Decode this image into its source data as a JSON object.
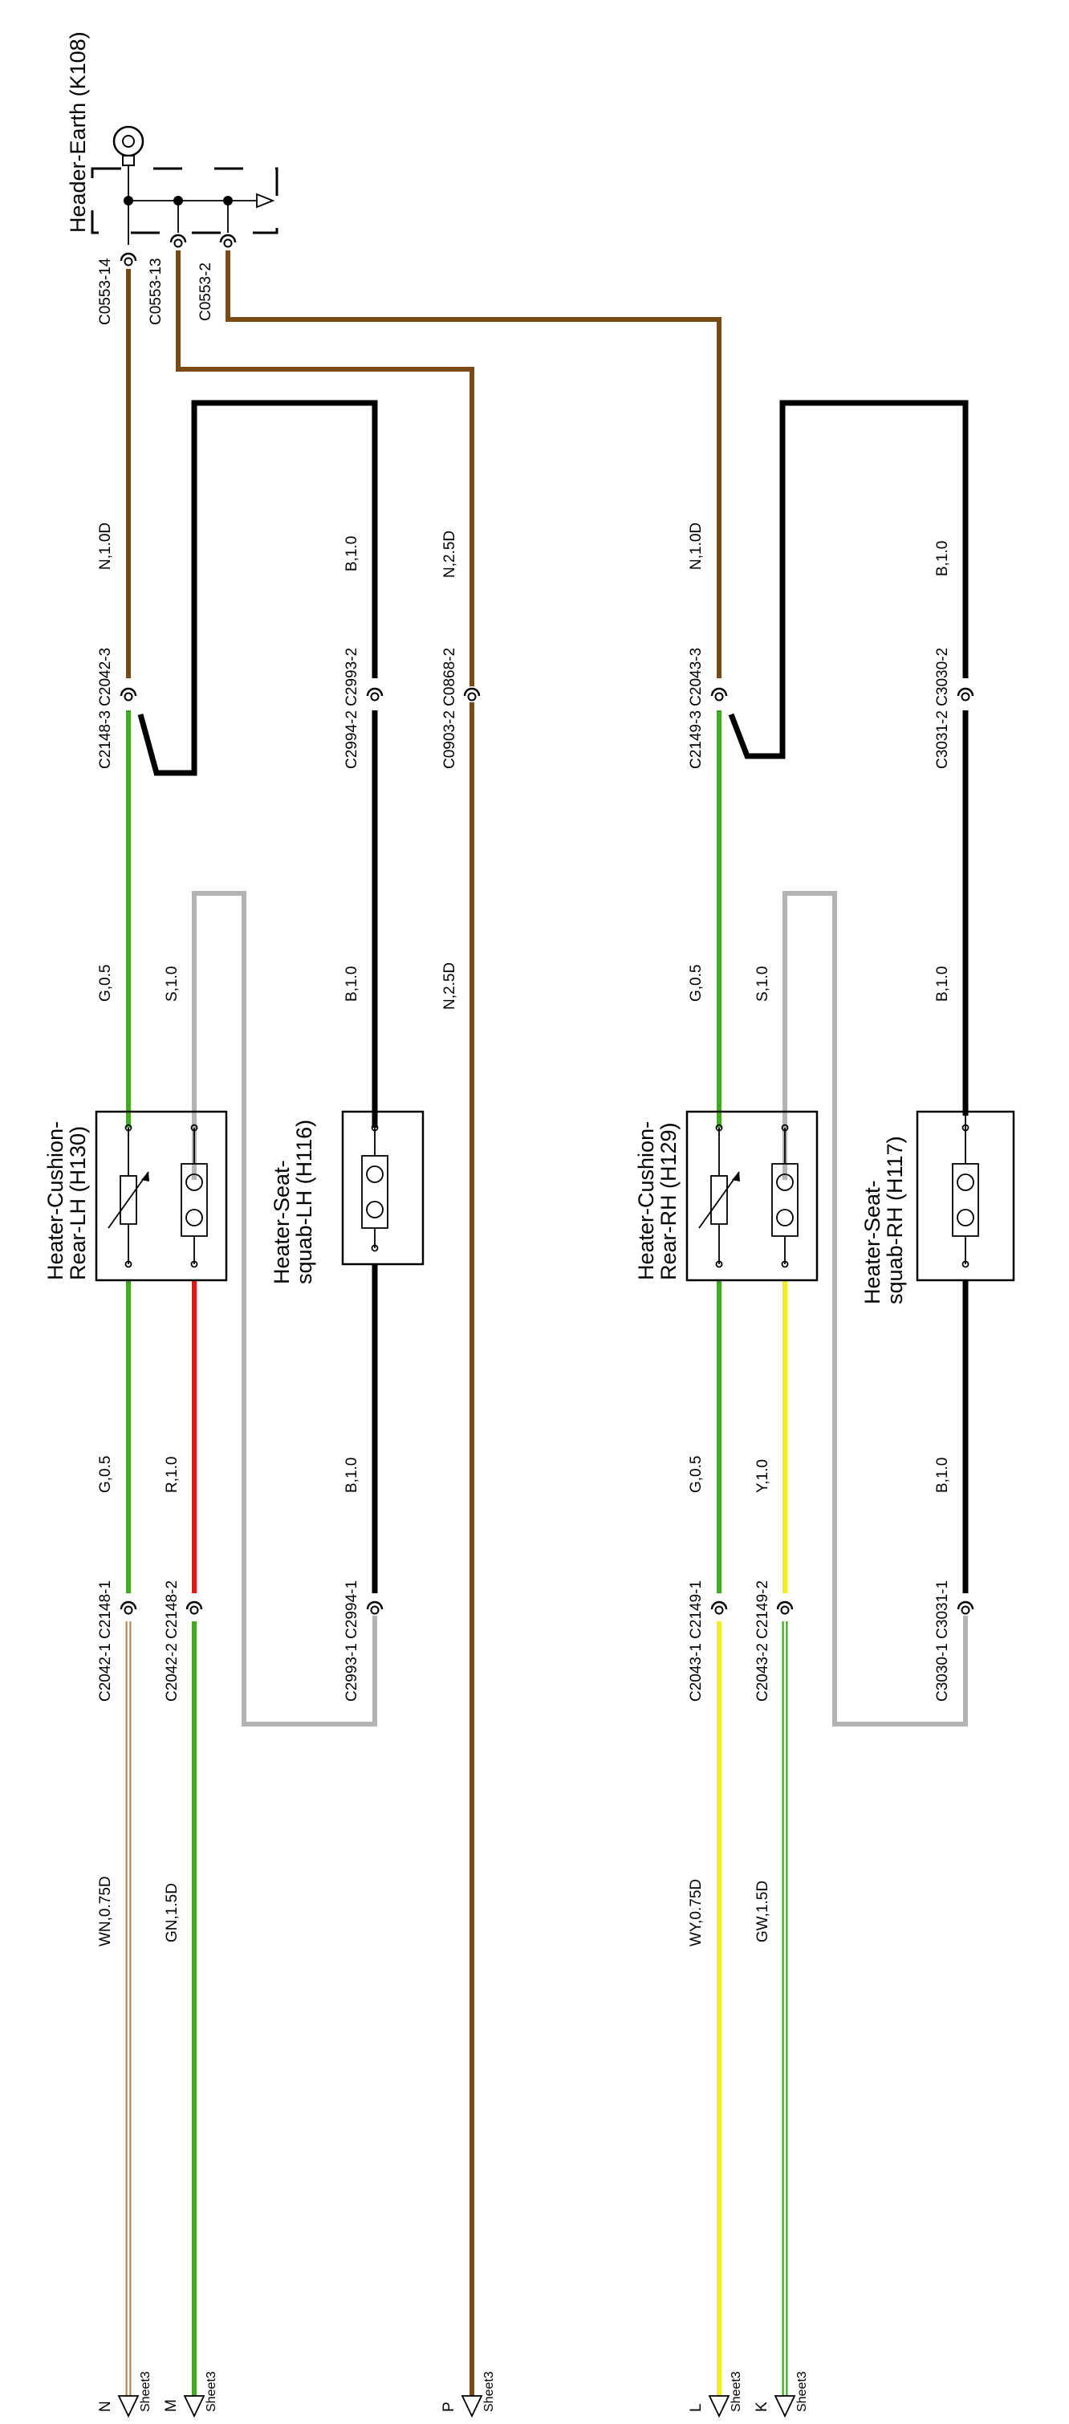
{
  "colors": {
    "brown": "#7a4a15",
    "green": "#3eaa1e",
    "black": "#000000",
    "grey": "#b3b3b3",
    "red": "#e81414",
    "yellow": "#f2ee22",
    "tan": "#b58a5e"
  },
  "earth": {
    "title": "Header-Earth (K108)",
    "connectors": [
      "C0553-14",
      "C0553-13",
      "C0553-2"
    ]
  },
  "components": {
    "h130": [
      "Heater-Cushion-",
      "Rear-LH (H130)"
    ],
    "h116": [
      "Heater-Seat-",
      "squab-LH (H116)"
    ],
    "h129": [
      "Heater-Cushion-",
      "Rear-RH (H129)"
    ],
    "h117": [
      "Heater-Seat-",
      "squab-RH (H117)"
    ]
  },
  "connectors": {
    "c2148_3": "C2148-3 C2042-3",
    "c2994_2": "C2994-2 C2993-2",
    "c0903_2": "C0903-2 C0868-2",
    "c2149_3": "C2149-3 C2043-3",
    "c3031_2": "C3031-2 C3030-2",
    "c2042_1": "C2042-1 C2148-1",
    "c2042_2": "C2042-2 C2148-2",
    "c2993_1": "C2993-1 C2994-1",
    "c2043_1": "C2043-1 C2149-1",
    "c2043_2": "C2043-2 C2149-2",
    "c3030_1": "C3030-1 C3031-1"
  },
  "wire_labels": {
    "n10d_a": "N,1.0D",
    "b10_a": "B,1.0",
    "n25d_a": "N,2.5D",
    "n10d_b": "N,1.0D",
    "b10_b": "B,1.0",
    "g05_a": "G,0.5",
    "s10_a": "S,1.0",
    "b10_c": "B,1.0",
    "n25d_b": "N,2.5D",
    "g05_b": "G,0.5",
    "s10_b": "S,1.0",
    "b10_d": "B,1.0",
    "g05_c": "G,0.5",
    "r10": "R,1.0",
    "b10_e": "B,1.0",
    "g05_d": "G,0.5",
    "y10": "Y,1.0",
    "b10_f": "B,1.0",
    "wn075d": "WN,0.75D",
    "gn15d": "GN,1.5D",
    "wy075d": "WY,0.75D",
    "gw15d": "GW,1.5D"
  },
  "offsheet": [
    {
      "letter": "N",
      "sheet": "Sheet3"
    },
    {
      "letter": "M",
      "sheet": "Sheet3"
    },
    {
      "letter": "P",
      "sheet": "Sheet3"
    },
    {
      "letter": "L",
      "sheet": "Sheet3"
    },
    {
      "letter": "K",
      "sheet": "Sheet3"
    }
  ]
}
